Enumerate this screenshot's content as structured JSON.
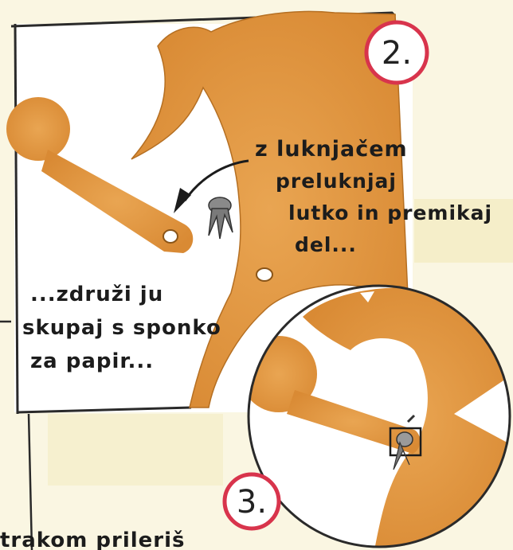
{
  "steps": {
    "step2": {
      "number": "2.",
      "text_lines": [
        "z luknjačem",
        "preluknjaj",
        "lutko in premikaj",
        "del..."
      ]
    },
    "step3": {
      "number": "3."
    }
  },
  "caption": {
    "text_lines": [
      "...združi ju",
      "skupaj s sponko",
      "za papir..."
    ]
  },
  "footer": {
    "text": "trakom prileriš"
  },
  "colors": {
    "puppet": "#e0963f",
    "puppet_shade": "#c97a2a",
    "background": "#faf6e2",
    "paper": "#ffffff",
    "circle": "#d8344c",
    "outline": "#1c1c1c"
  }
}
